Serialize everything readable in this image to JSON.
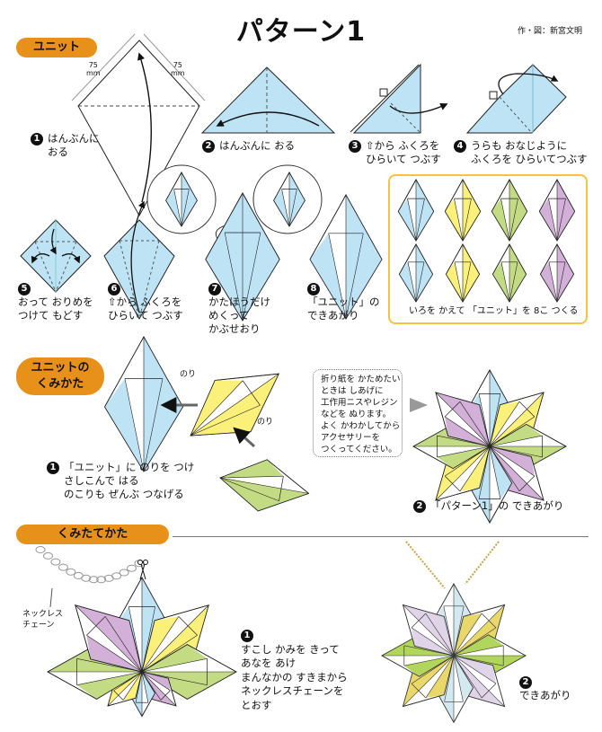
{
  "title": "パターン1",
  "credit": "作・図：新宮文明",
  "sections": {
    "unit": "ユニット",
    "assembly": [
      "ユニットの",
      "くみかた"
    ],
    "finishing": "くみたてかた"
  },
  "dimensions": {
    "left": "75",
    "right": "75",
    "unit": "mm"
  },
  "steps": [
    {
      "num": "1",
      "lines": [
        "はんぶんに",
        "おる"
      ]
    },
    {
      "num": "2",
      "lines": [
        "はんぶんに おる"
      ]
    },
    {
      "num": "3",
      "lines": [
        "から ふくろを",
        "ひらいて つぶす"
      ]
    },
    {
      "num": "4",
      "lines": [
        "うらも おなじように",
        "ふくろを ひらいてつぶす"
      ]
    },
    {
      "num": "5",
      "lines": [
        "おって おりめを",
        "つけて もどす"
      ]
    },
    {
      "num": "6",
      "lines": [
        "から ふくろを",
        "ひらいて つぶす"
      ]
    },
    {
      "num": "7",
      "lines": [
        "かたほうだけ",
        "めくって",
        "かぶせおり"
      ]
    },
    {
      "num": "8",
      "lines": [
        "「ユニット」の",
        "できあがり"
      ]
    }
  ],
  "panel": {
    "caption": "いろを かえて 「ユニット」を 8こ つくる"
  },
  "assembly": {
    "glue": "のり",
    "step1": {
      "num": "1",
      "lines": [
        "「ユニット」に のりを つけ",
        "さしこんで はる",
        "のこりも ぜんぶ つなげる"
      ]
    },
    "note": [
      "折り紙を かためたい",
      "ときは しあげに",
      "工作用ニスやレジン",
      "などを ぬります。",
      "よく かわかしてから",
      "アクセサリーを",
      "つくってください。"
    ],
    "step2": {
      "num": "2",
      "lines": [
        "「パターン1」の できあがり"
      ]
    }
  },
  "finishing": {
    "chain_label": [
      "ネックレス",
      "チェーン"
    ],
    "step1": {
      "num": "1",
      "lines": [
        "すこし かみを きって",
        "あなを あけ",
        "まんなかの すきまから",
        "ネックレスチェーンを",
        "とおす"
      ]
    },
    "step2": {
      "num": "2",
      "lines": [
        "できあがり"
      ]
    }
  },
  "colors": {
    "accent": "#E8911A",
    "blue": "#BDE3F5",
    "yellow": "#FAF07A",
    "green": "#C3DC84",
    "purple": "#D3B0D8",
    "panel_border": "#F5C342"
  }
}
